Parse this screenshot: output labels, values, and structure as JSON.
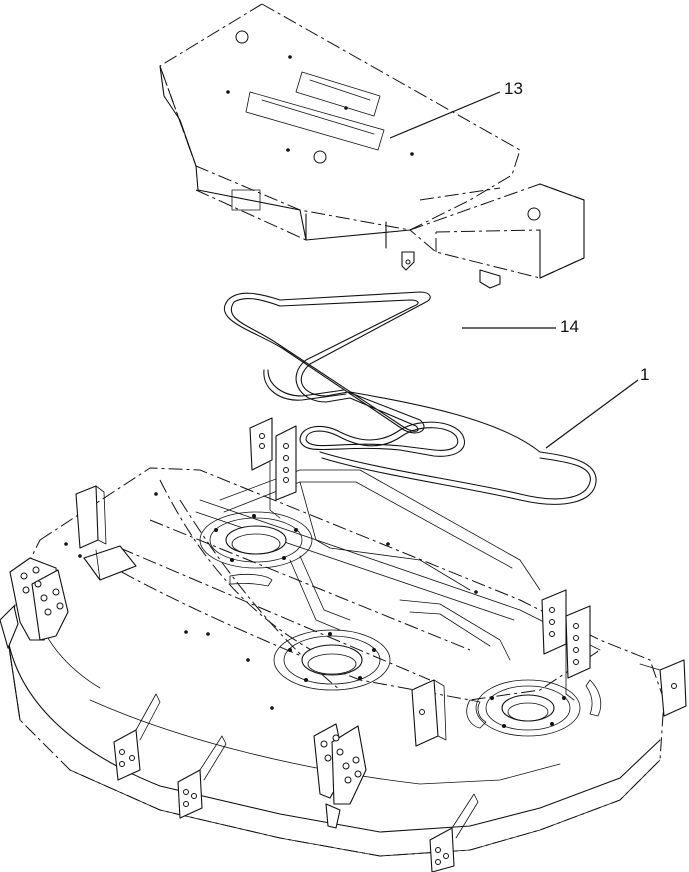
{
  "callouts": [
    {
      "id": "13",
      "label": "13"
    },
    {
      "id": "14",
      "label": "14"
    },
    {
      "id": "1",
      "label": "1"
    }
  ]
}
